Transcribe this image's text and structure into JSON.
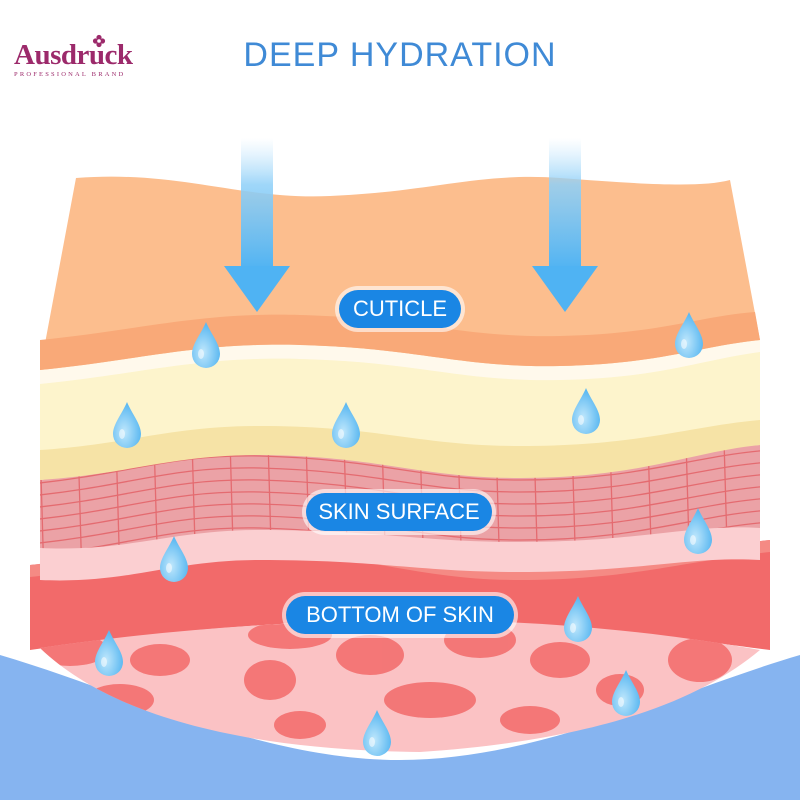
{
  "brand": {
    "name": "Ausdruck",
    "subtitle": "PROFESSIONAL BRAND",
    "color": "#9c2a6b"
  },
  "title": "DEEP HYDRATION",
  "layers": [
    {
      "label": "CUTICLE",
      "color": "#fcbe8e"
    },
    {
      "label": "",
      "color": "#fdf4cc"
    },
    {
      "label": "SKIN SURFACE",
      "color": "#eba2a6"
    },
    {
      "label": "BOTTOM OF SKIN",
      "color": "#f26a6a"
    }
  ],
  "colors": {
    "title": "#3f8ad6",
    "label_pill": "#1a86e4",
    "water_arrow": "#63b8f0",
    "droplet": "#6cc4f2",
    "base_water": "#86b4f0",
    "grid_lines": "#e2545a",
    "cells": "#f26a6a"
  },
  "icons": [
    "water-arrow-icon",
    "water-drop-icon",
    "flower-icon"
  ]
}
